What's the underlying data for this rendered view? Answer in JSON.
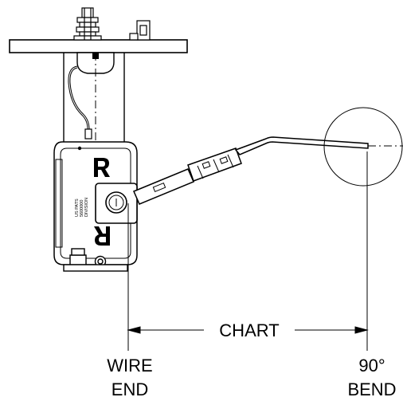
{
  "dimension": {
    "label": "CHART"
  },
  "endpoints": {
    "left_line1": "WIRE",
    "left_line2": "END",
    "right_line1": "90°",
    "right_line2": "BEND"
  },
  "body_marking": {
    "line1": "US PATS",
    "line2": "5600000",
    "line3": "DIVISION"
  },
  "logo_letter": "R"
}
